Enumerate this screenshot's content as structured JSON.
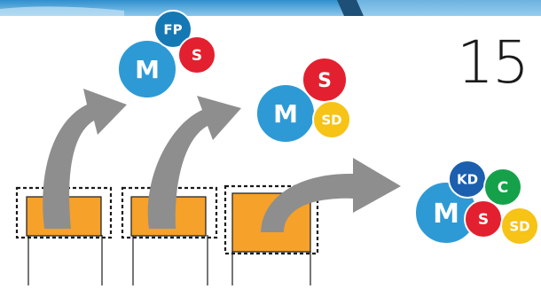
{
  "slide_number": "15",
  "colors": {
    "sky_top": "#2f8fcd",
    "sky_bottom": "#8cc8ec",
    "box_fill": "#f5a12a",
    "arrow": "#8e8e8e",
    "outline": "#1a1a1a",
    "M": "#2d9ad6",
    "FP": "#1478b4",
    "KD": "#1b5fae",
    "S": "#e3202f",
    "SD": "#f6c316",
    "C": "#15a14a"
  },
  "groups": [
    {
      "name": "group-1",
      "bubbles": [
        {
          "label": "M",
          "color": "M"
        },
        {
          "label": "FP",
          "color": "FP"
        },
        {
          "label": "S",
          "color": "S"
        }
      ]
    },
    {
      "name": "group-2",
      "bubbles": [
        {
          "label": "M",
          "color": "M"
        },
        {
          "label": "S",
          "color": "S"
        },
        {
          "label": "SD",
          "color": "SD"
        }
      ]
    },
    {
      "name": "group-3",
      "bubbles": [
        {
          "label": "M",
          "color": "M"
        },
        {
          "label": "KD",
          "color": "KD"
        },
        {
          "label": "C",
          "color": "C"
        },
        {
          "label": "S",
          "color": "S"
        },
        {
          "label": "SD",
          "color": "SD"
        }
      ]
    }
  ]
}
